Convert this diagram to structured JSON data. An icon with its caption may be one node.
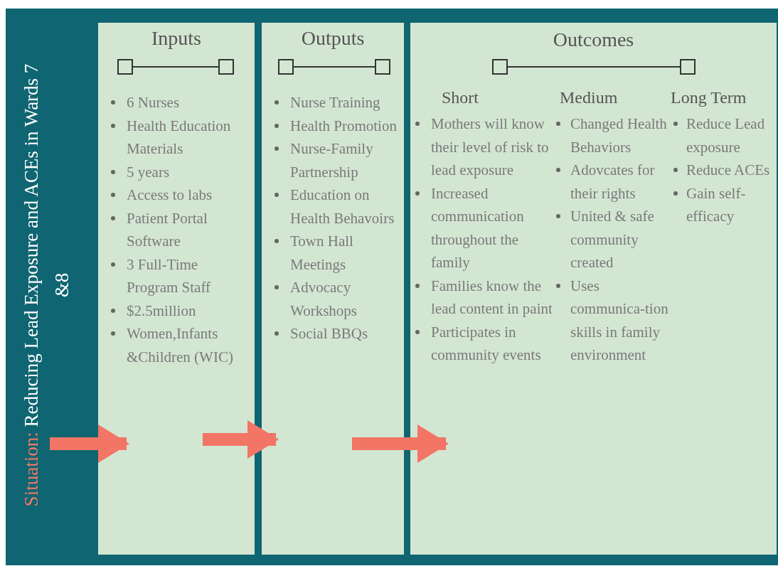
{
  "diagram": {
    "nodes": [
      {
        "text": [
          "Situation:",
          "Reducing Lead Exposure and ACEs in Wards 7 &8"
        ]
      },
      {
        "text": [
          "Inputs",
          "6 Nurses",
          "Health Education Materials",
          "5 years",
          "Access to labs",
          "Patient Portal Software",
          "3 Full-Time Program Staff",
          "$2.5million",
          "Women,Infants &Children (WIC)"
        ]
      },
      {
        "text": [
          "Outputs",
          "Nurse Training",
          "Health Promotion",
          "Nurse-Family Partnership",
          "Education on Health Behavoirs",
          "Town Hall Meetings",
          "Advocacy Workshops",
          "Social BBQs"
        ]
      },
      {
        "text": [
          "Outcomes"
        ]
      },
      {
        "text": [
          "Short",
          "Mothers will know their level of risk to lead exposure",
          "Increased communication throughout the family",
          "Families know the lead content in paint",
          "Participates in community events"
        ],
        "in": 3
      },
      {
        "text": [
          "Medium",
          "Changed Health Behaviors",
          "Adovcates for their rights",
          "United & safe community created",
          "Uses communica-tion skills in family environment"
        ],
        "in": 3
      },
      {
        "text": [
          "Long Term",
          "Reduce Lead exposure",
          "Reduce ACEs",
          "Gain self-efficacy"
        ],
        "in": 3
      }
    ],
    "edges": [
      {
        "from": 0,
        "to": 1,
        "arrow": "to"
      },
      {
        "from": 1,
        "to": 2,
        "arrow": "to"
      },
      {
        "from": 2,
        "to": 3,
        "arrow": "to"
      }
    ]
  }
}
